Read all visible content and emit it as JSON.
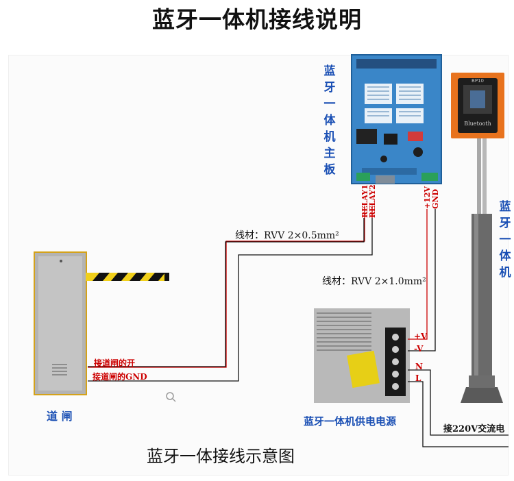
{
  "title": "蓝牙一体机接线说明",
  "mainboard": {
    "label": "蓝牙一体机主板",
    "relay1": "RELAY1",
    "relay2": "RELAY2",
    "plus12v": "+12V",
    "gnd": "GND"
  },
  "device": {
    "label": "蓝牙一体机",
    "screen_top": "BP10",
    "brand": "Bluetooth"
  },
  "wires": {
    "relay_wire": "线材：RVV  2×0.5mm²",
    "power_wire": "线材：RVV  2×1.0mm²"
  },
  "barrier": {
    "label": "道  闸",
    "open_terminal": "接道闸的开",
    "gnd_terminal": "接道闸的GND"
  },
  "psu": {
    "label": "蓝牙一体机供电电源",
    "plus_v": "+V",
    "minus_v": "-V",
    "n": "N",
    "l": "L",
    "ac": "接220V交流电"
  },
  "caption": "蓝牙一体接线示意图",
  "colors": {
    "label_blue": "#1a4fb4",
    "wire_red": "#cc0000",
    "housing_orange": "#e8731e",
    "board_blue": "#3a86c8"
  }
}
